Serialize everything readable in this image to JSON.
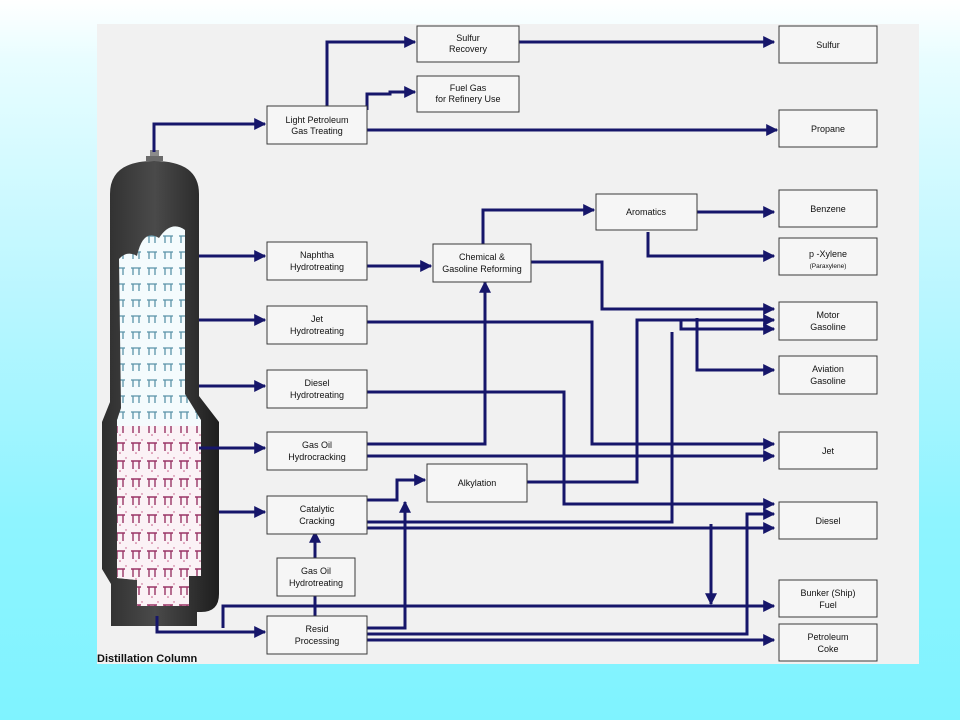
{
  "column": {
    "caption": "Distillation Column"
  },
  "units": {
    "sulfur_recovery": [
      "Sulfur",
      "Recovery"
    ],
    "fuel_gas": [
      "Fuel Gas",
      "for Refinery Use"
    ],
    "light_gas_treating": [
      "Light Petroleum",
      "Gas Treating"
    ],
    "naphtha_hydrotreating": [
      "Naphtha",
      "Hydrotreating"
    ],
    "jet_hydrotreating": [
      "Jet",
      "Hydrotreating"
    ],
    "diesel_hydrotreating": [
      "Diesel",
      "Hydrotreating"
    ],
    "gas_oil_hydrocracking": [
      "Gas Oil",
      "Hydrocracking"
    ],
    "catalytic_cracking": [
      "Catalytic",
      "Cracking"
    ],
    "gas_oil_hydrotreating": [
      "Gas Oil",
      "Hydrotreating"
    ],
    "resid_processing": [
      "Resid",
      "Processing"
    ],
    "chemical_reforming": [
      "Chemical &",
      "Gasoline Reforming"
    ],
    "aromatics": [
      "Aromatics"
    ],
    "alkylation": [
      "Alkylation"
    ]
  },
  "products": {
    "sulfur": [
      "Sulfur"
    ],
    "propane": [
      "Propane"
    ],
    "benzene": [
      "Benzene"
    ],
    "p_xylene": [
      "p -Xylene"
    ],
    "p_xylene_note": "(Paraxylene)",
    "motor_gasoline": [
      "Motor",
      "Gasoline"
    ],
    "aviation_gasoline": [
      "Aviation",
      "Gasoline"
    ],
    "jet": [
      "Jet"
    ],
    "diesel": [
      "Diesel"
    ],
    "bunker_fuel": [
      "Bunker (Ship)",
      "Fuel"
    ],
    "petroleum_coke": [
      "Petroleum",
      "Coke"
    ]
  },
  "colors": {
    "flow": "#16166a",
    "background": "#7ff3ff",
    "panel": "#f1f1f1"
  }
}
